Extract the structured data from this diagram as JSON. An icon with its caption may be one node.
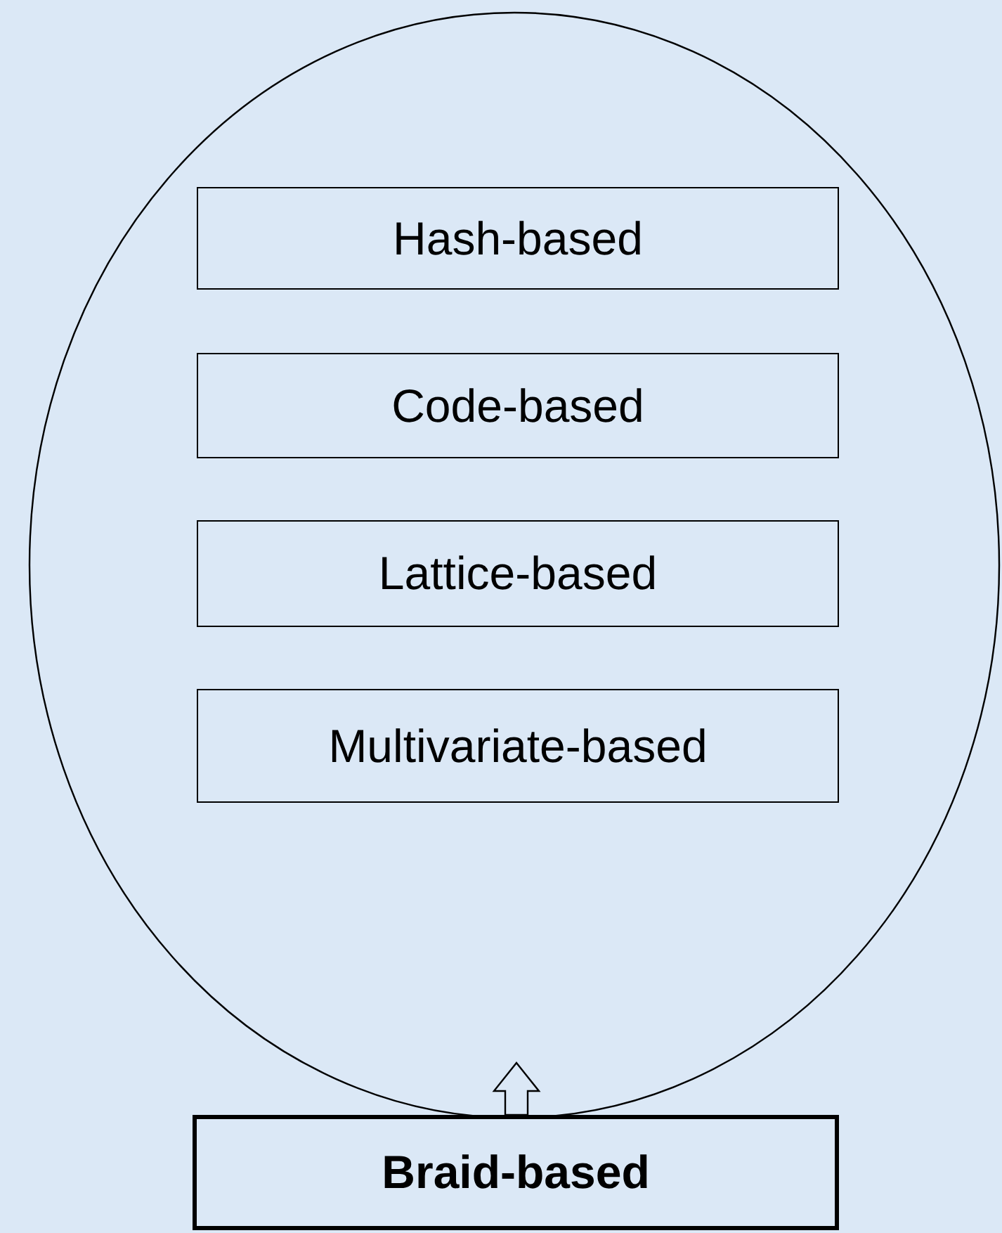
{
  "diagram": {
    "nodes": [
      {
        "text": [],
        "shape": "circle"
      },
      {
        "text": [
          "Hash-based"
        ],
        "in": 0
      },
      {
        "text": [
          "Code-based"
        ],
        "in": 0
      },
      {
        "text": [
          "Lattice-based"
        ],
        "in": 0
      },
      {
        "text": [
          "Multivariate-based"
        ],
        "in": 0
      },
      {
        "text": [
          "Braid-based"
        ]
      }
    ],
    "edges": [
      {
        "from": 5,
        "to": 0,
        "arrow": "to"
      }
    ]
  }
}
